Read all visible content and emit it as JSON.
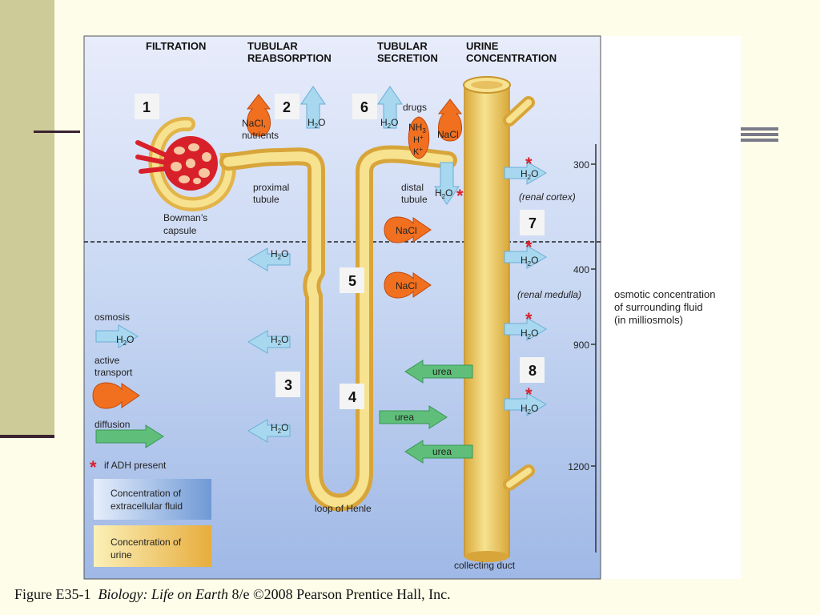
{
  "headers": {
    "filtration": "FILTRATION",
    "reabsorption_1": "TUBULAR",
    "reabsorption_2": "REABSORPTION",
    "secretion_1": "TUBULAR",
    "secretion_2": "SECRETION",
    "concentration_1": "URINE",
    "concentration_2": "CONCENTRATION"
  },
  "steps": [
    "1",
    "2",
    "3",
    "4",
    "5",
    "6",
    "7",
    "8"
  ],
  "structures": {
    "bowmans_1": "Bowman’s",
    "bowmans_2": "capsule",
    "proximal_1": "proximal",
    "proximal_2": "tubule",
    "distal_1": "distal",
    "distal_2": "tubule",
    "loop": "loop of Henle",
    "collecting": "collecting duct"
  },
  "substances": {
    "water": "H",
    "water_sub": "2",
    "water_end": "O",
    "nacl": "NaCl",
    "nacl_nutrients_1": "NaCl,",
    "nacl_nutrients_2": "nutrients",
    "drugs": "drugs",
    "nh3": "NH",
    "nh3_sub": "3",
    "hplus": "H",
    "kplus": "K",
    "plus": "+",
    "urea": "urea"
  },
  "regions": {
    "cortex": "(renal cortex)",
    "medulla": "(renal medulla)"
  },
  "scale": {
    "ticks": [
      "300",
      "400",
      "900",
      "1200"
    ],
    "label_1": "osmotic concentration",
    "label_2": "of surrounding fluid",
    "label_3": "(in milliosmols)"
  },
  "legend": {
    "osmosis": "osmosis",
    "active_1": "active",
    "active_2": "transport",
    "diffusion": "diffusion",
    "adh": "if ADH present",
    "star": "*",
    "extracellular_1": "Concentration of",
    "extracellular_2": "extracellular fluid",
    "urine_1": "Concentration of",
    "urine_2": "urine"
  },
  "caption": {
    "fig": "Figure E35-1",
    "book": "Biology: Life on Earth",
    "edition": "8/e  ©2008 Pearson Prentice Hall, Inc."
  },
  "colors": {
    "water_arrow": "#a8d8f0",
    "active_transport": "#f07020",
    "diffusion_arrow": "#5fbf7a",
    "tubule": "#f0d070",
    "adh_star": "#d8202a"
  }
}
